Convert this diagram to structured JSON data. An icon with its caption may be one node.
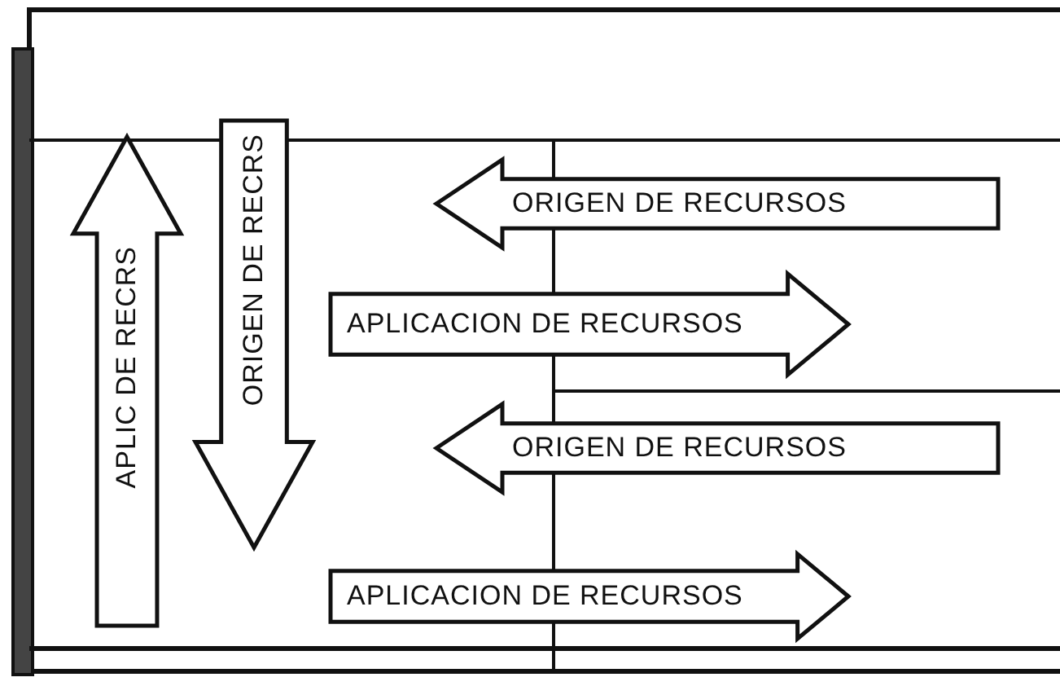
{
  "diagram": {
    "nodes": [
      {
        "text": [
          "ORIGEN DE RECURSOS"
        ]
      },
      {
        "text": [
          "APLIC DE RECRS"
        ]
      },
      {
        "text": [
          "ORIGEN DE RECRS"
        ]
      },
      {
        "text": [
          "APLICACION DE RECURSOS"
        ]
      },
      {
        "text": [
          "ORIGEN DE RECURSOS"
        ]
      },
      {
        "text": [
          "APLICACION DE RECURSOS"
        ]
      }
    ]
  }
}
